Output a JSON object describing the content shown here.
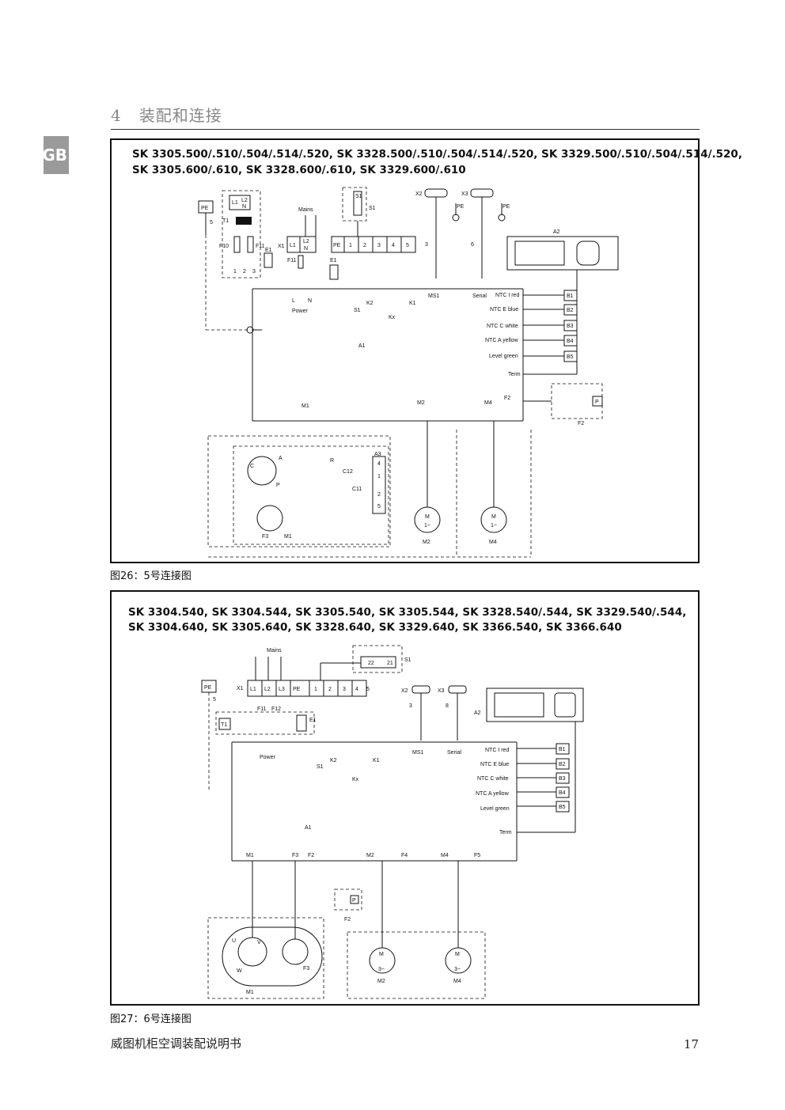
{
  "header": {
    "chapter_number": "4",
    "chapter_title": "装配和连接",
    "lang_tab": "GB"
  },
  "figure26": {
    "models_line1": "SK 3305.500/.510/.504/.514/.520, SK 3328.500/.510/.504/.514/.520, SK 3329.500/.510/.504/.514/.520,",
    "models_line2": "SK 3305.600/.610, SK 3328.600/.610, SK 3329.600/.610",
    "caption": "图26：5号连接图",
    "labels": {
      "pe": "PE",
      "pe5": "5",
      "l1": "L1",
      "l2": "L2",
      "n": "N",
      "t1": "T1",
      "f10": "F10",
      "f11": "F11",
      "e1": "E1",
      "one": "1",
      "two": "2",
      "three": "3",
      "four": "4",
      "five": "5",
      "six": "6",
      "mains": "Mains",
      "x1": "X1",
      "s1": "S1",
      "x2": "X2",
      "x3": "X3",
      "a1": "A1",
      "a2": "A2",
      "a3": "A3",
      "k1": "K1",
      "k2": "K2",
      "kx": "Kx",
      "l": "L",
      "power": "Power",
      "ms1": "MS1",
      "serial": "Serial",
      "ntc_red": "NTC I red",
      "ntc_blue": "NTC E blue",
      "ntc_white": "NTC C white",
      "ntc_yellow": "NTC A yellow",
      "level_green": "Level green",
      "term": "Term",
      "b1": "B1",
      "b2": "B2",
      "b3": "B3",
      "b4": "B4",
      "b5": "B5",
      "m1": "M1",
      "m2": "M2",
      "m4": "M4",
      "f2": "F2",
      "f3": "F3",
      "p": "P",
      "r": "R",
      "c": "C",
      "a": "A",
      "c11": "C11",
      "c12": "C12",
      "m": "M",
      "m_one": "1~"
    }
  },
  "figure27": {
    "models_line1": "SK 3304.540, SK 3304.544, SK 3305.540, SK 3305.544, SK 3328.540/.544, SK 3329.540/.544,",
    "models_line2": "SK 3304.640, SK 3305.640, SK 3328.640, SK 3329.640, SK 3366.540, SK 3366.640",
    "caption": "图27：6号连接图",
    "labels": {
      "mains": "Mains",
      "pe": "PE",
      "pe5": "5",
      "x1": "X1",
      "l1": "L1",
      "l2": "L2",
      "l3": "L3",
      "one": "1",
      "two": "2",
      "three": "3",
      "four": "4",
      "five": "5",
      "eight": "8",
      "s1": "S1",
      "s22": "22",
      "s21": "21",
      "x2": "X2",
      "x3": "X3",
      "a1": "A1",
      "a2": "A2",
      "t1": "T1",
      "f11": "F11",
      "f12": "F12",
      "e1": "E1",
      "power": "Power",
      "k1": "K1",
      "k2": "K2",
      "kx": "Kx",
      "ms1": "MS1",
      "serial": "Serial",
      "ntc_red": "NTC I red",
      "ntc_blue": "NTC E blue",
      "ntc_white": "NTC C white",
      "ntc_yellow": "NTC A yellow",
      "level_green": "Level green",
      "term": "Term",
      "b1": "B1",
      "b2": "B2",
      "b3": "B3",
      "b4": "B4",
      "b5": "B5",
      "m1": "M1",
      "m2": "M2",
      "m4": "M4",
      "f2": "F2",
      "f3": "F3",
      "f4": "F4",
      "f5": "F5",
      "p": "P",
      "u": "U",
      "v": "V",
      "w": "W",
      "m": "M",
      "m_three": "3~"
    }
  },
  "footer": {
    "manual_title": "威图机柜空调装配说明书",
    "page_number": "17"
  }
}
